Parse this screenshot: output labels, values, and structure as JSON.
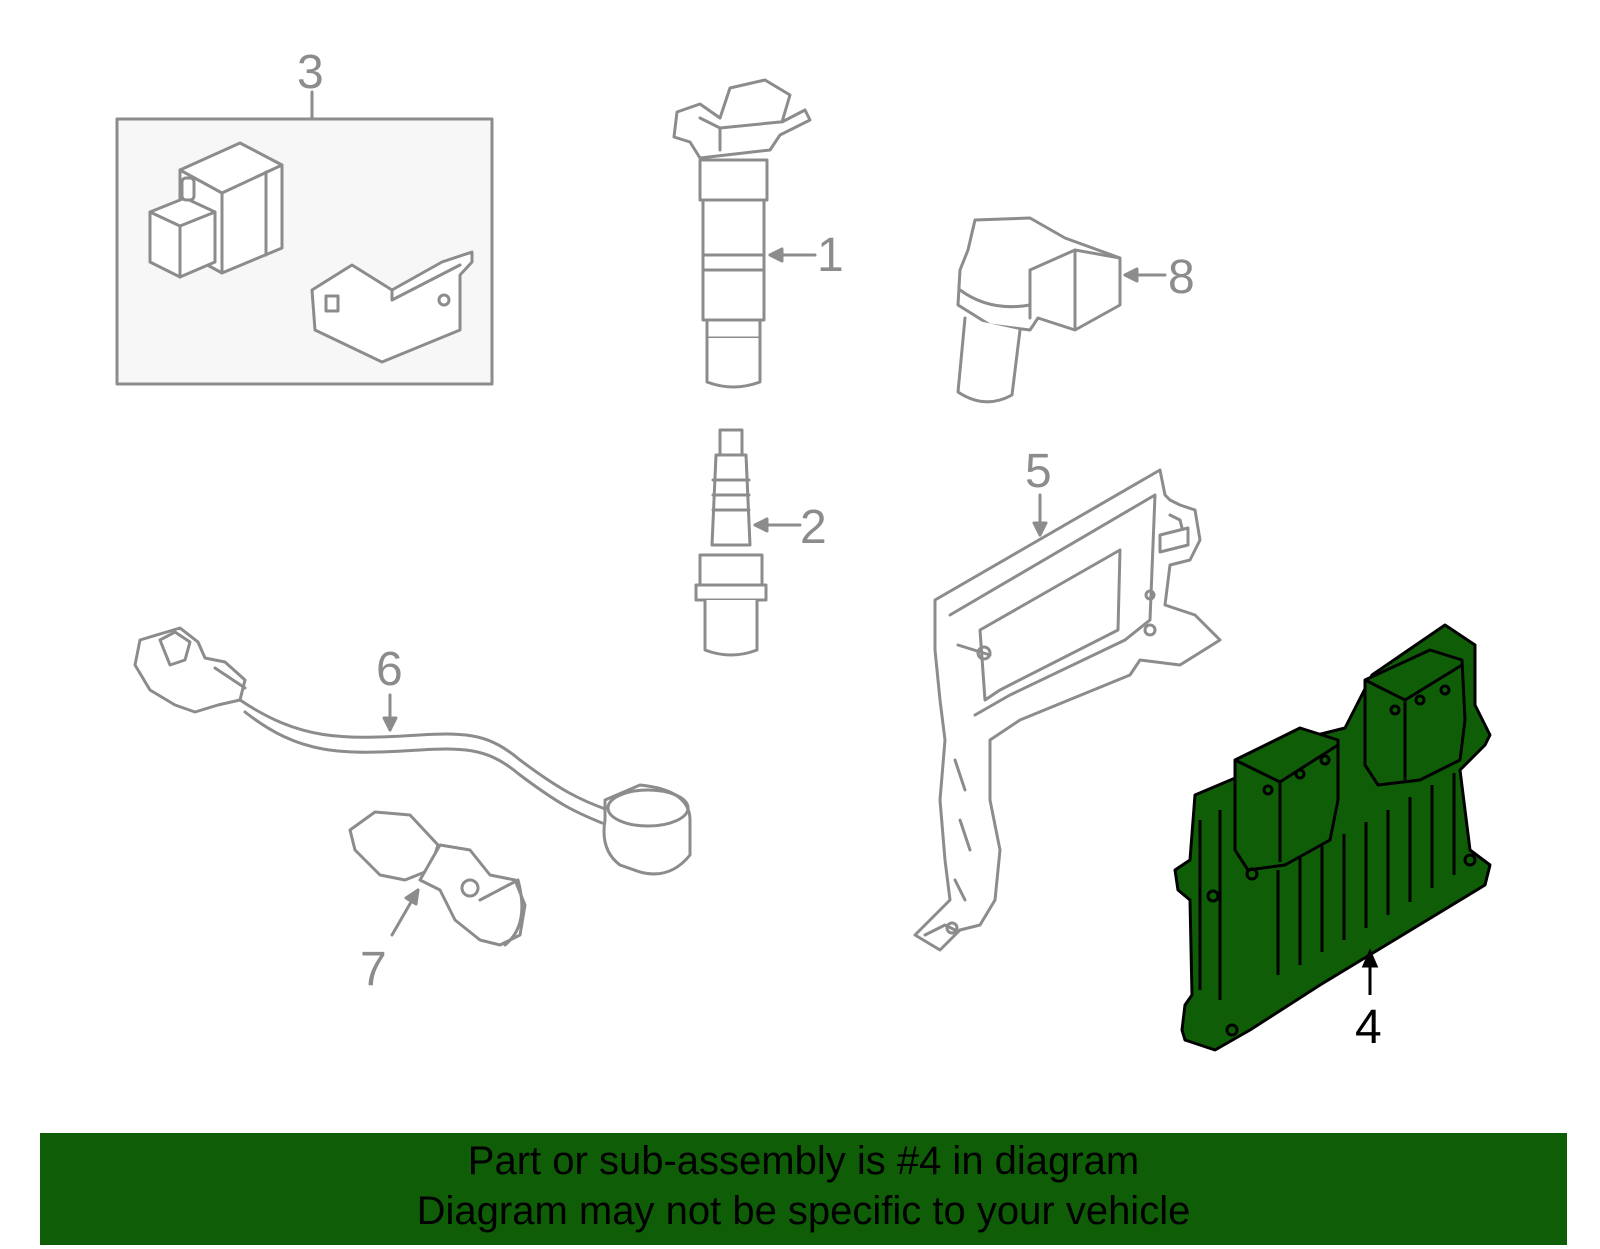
{
  "diagram": {
    "callouts": [
      {
        "id": "1",
        "label": "1"
      },
      {
        "id": "2",
        "label": "2"
      },
      {
        "id": "3",
        "label": "3"
      },
      {
        "id": "4",
        "label": "4"
      },
      {
        "id": "5",
        "label": "5"
      },
      {
        "id": "6",
        "label": "6"
      },
      {
        "id": "7",
        "label": "7"
      },
      {
        "id": "8",
        "label": "8"
      }
    ],
    "colors": {
      "line": "#8c8c8c",
      "highlight_fill": "#0f5e07",
      "highlight_stroke": "#000000",
      "banner_bg": "#0f5e07",
      "box_fill": "#f7f7f7"
    },
    "highlighted_part": "4"
  },
  "banner": {
    "line1": "Part or sub-assembly is #4 in diagram",
    "line2": "Diagram may not be specific to your vehicle"
  }
}
